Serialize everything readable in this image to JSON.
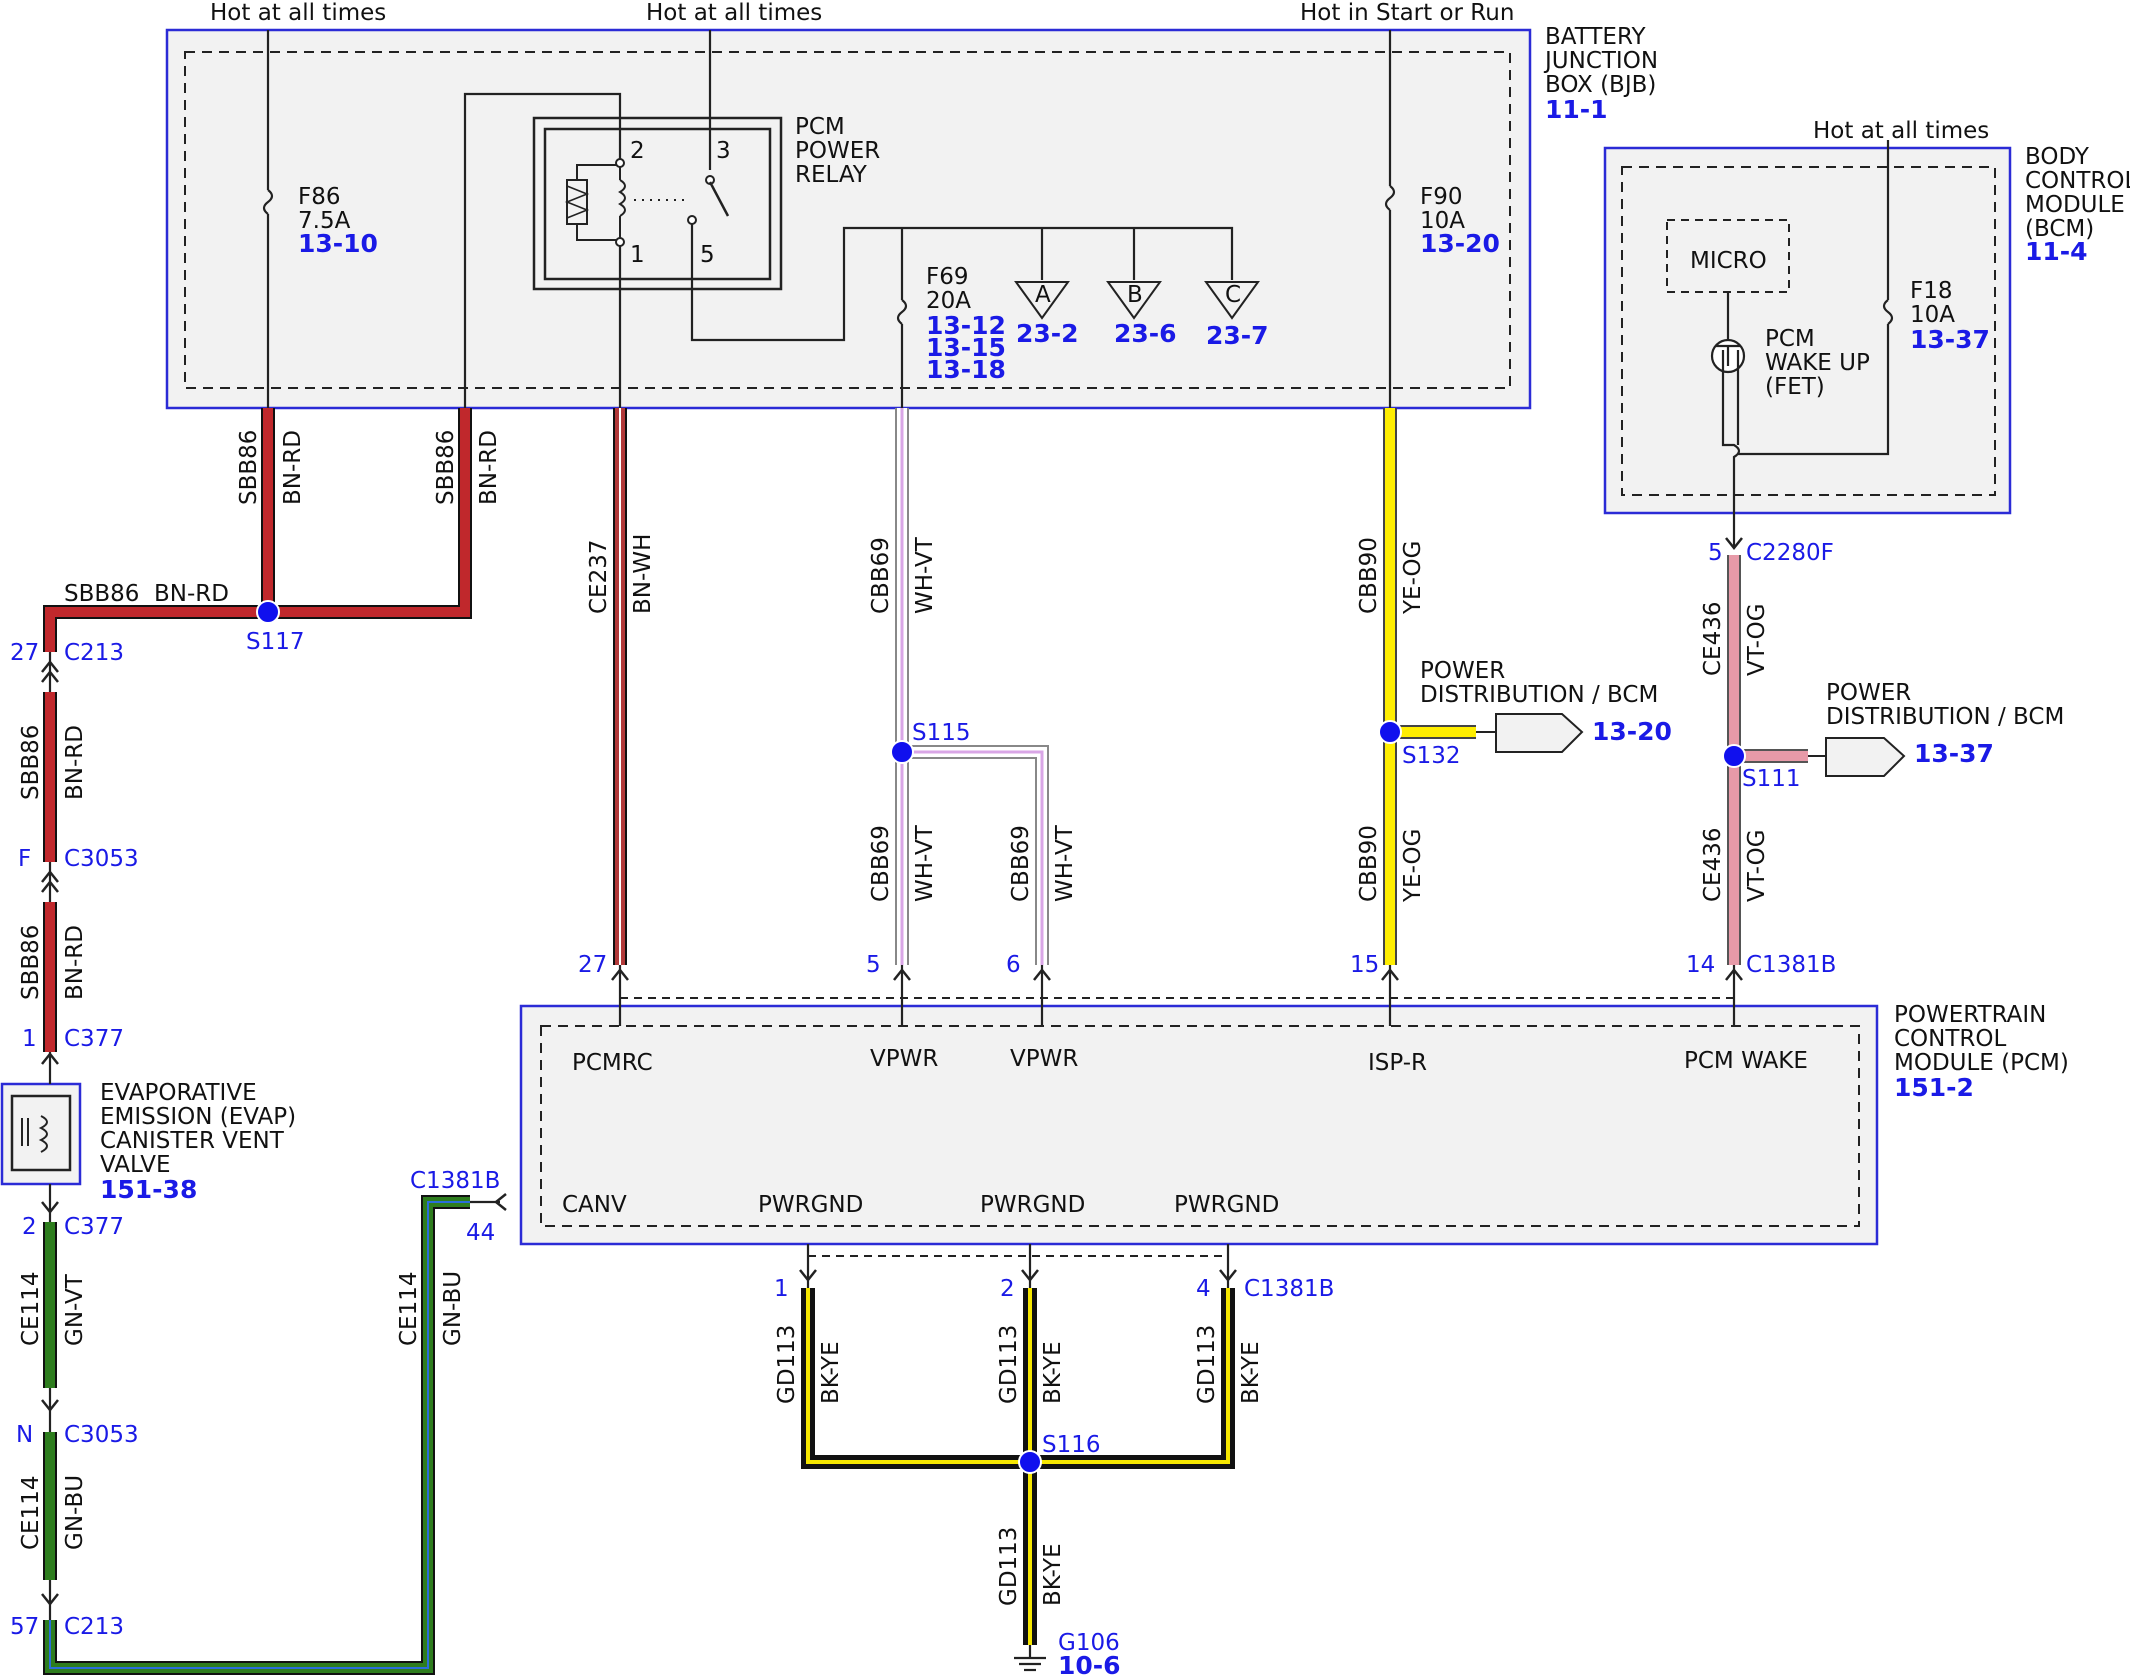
{
  "header_labels": {
    "hot1": "Hot at all times",
    "hot2": "Hot at all times",
    "hot3": "Hot in Start or Run",
    "hot4": "Hot at all times"
  },
  "bjb": {
    "title1": "BATTERY",
    "title2": "JUNCTION",
    "title3": "BOX (BJB)",
    "ref": "11-1",
    "f86_name": "F86",
    "f86_rating": "7.5A",
    "f86_ref": "13-10",
    "relay1": "PCM",
    "relay2": "POWER",
    "relay3": "RELAY",
    "pin1": "1",
    "pin2": "2",
    "pin3": "3",
    "pin5": "5",
    "f69_name": "F69",
    "f69_rating": "20A",
    "f69_ref1": "13-12",
    "f69_ref2": "13-15",
    "f69_ref3": "13-18",
    "bus_a": "A",
    "bus_b": "B",
    "bus_c": "C",
    "ref_a": "23-2",
    "ref_b": "23-6",
    "ref_c": "23-7",
    "f90_name": "F90",
    "f90_rating": "10A",
    "f90_ref": "13-20"
  },
  "bcm": {
    "title1": "BODY",
    "title2": "CONTROL",
    "title3": "MODULE",
    "title4": "(BCM)",
    "ref": "11-4",
    "micro": "MICRO",
    "fet1": "PCM",
    "fet2": "WAKE UP",
    "fet3": "(FET)",
    "f18_name": "F18",
    "f18_rating": "10A",
    "f18_ref": "13-37"
  },
  "wires": {
    "sbb86_a": "SBB86",
    "bnrd_a": "BN-RD",
    "sbb86_b": "SBB86",
    "bnrd_b": "BN-RD",
    "sbb86_h": "SBB86",
    "bnrd_h": "BN-RD",
    "sbb86_c": "SBB86",
    "bnrd_c": "BN-RD",
    "sbb86_d": "SBB86",
    "bnrd_d": "BN-RD",
    "ce237": "CE237",
    "bnwh": "BN-WH",
    "cbb69_a": "CBB69",
    "whvt_a": "WH-VT",
    "cbb69_b": "CBB69",
    "whvt_b": "WH-VT",
    "cbb69_c": "CBB69",
    "whvt_c": "WH-VT",
    "cbb90_a": "CBB90",
    "yeog_a": "YE-OG",
    "cbb90_b": "CBB90",
    "yeog_b": "YE-OG",
    "ce436_a": "CE436",
    "vtog_a": "VT-OG",
    "ce436_b": "CE436",
    "vtog_b": "VT-OG",
    "ce114_a": "CE114",
    "gnvt": "GN-VT",
    "ce114_b": "CE114",
    "gnbu_b": "GN-BU",
    "ce114_c": "CE114",
    "gnbu_c": "GN-BU",
    "gd113_a": "GD113",
    "bkye_a": "BK-YE",
    "gd113_b": "GD113",
    "bkye_b": "BK-YE",
    "gd113_c": "GD113",
    "bkye_c": "BK-YE",
    "gd113_d": "GD113",
    "bkye_d": "BK-YE"
  },
  "splices": {
    "s117": "S117",
    "s115": "S115",
    "s132": "S132",
    "s111": "S111",
    "s116": "S116"
  },
  "connectors": {
    "c213_27_pin": "27",
    "c213_27": "C213",
    "c3053_f_pin": "F",
    "c3053_f": "C3053",
    "c377_1_pin": "1",
    "c377_1": "C377",
    "c377_2_pin": "2",
    "c377_2": "C377",
    "c3053_n_pin": "N",
    "c3053_n": "C3053",
    "c213_57_pin": "57",
    "c213_57": "C213",
    "c2280f_pin": "5",
    "c2280f": "C2280F",
    "pcm_27": "27",
    "pcm_5": "5",
    "pcm_6": "6",
    "pcm_15": "15",
    "pcm_14": "14",
    "c1381b_top": "C1381B",
    "c1381b_left": "C1381B",
    "pcm_44": "44",
    "gnd_1": "1",
    "gnd_2": "2",
    "gnd_4": "4",
    "c1381b_bottom": "C1381B"
  },
  "power_dist": {
    "pd1_l1": "POWER",
    "pd1_l2": "DISTRIBUTION / BCM",
    "pd1_ref": "13-20",
    "pd2_l1": "POWER",
    "pd2_l2": "DISTRIBUTION / BCM",
    "pd2_ref": "13-37"
  },
  "evap": {
    "l1": "EVAPORATIVE",
    "l2": "EMISSION (EVAP)",
    "l3": "CANISTER VENT",
    "l4": "VALVE",
    "ref": "151-38"
  },
  "pcm": {
    "title1": "POWERTRAIN",
    "title2": "CONTROL",
    "title3": "MODULE (PCM)",
    "ref": "151-2",
    "pcmrc": "PCMRC",
    "vpwr1": "VPWR",
    "vpwr2": "VPWR",
    "ispr": "ISP-R",
    "pcmwake": "PCM WAKE",
    "canv": "CANV",
    "pwrgnd1": "PWRGND",
    "pwrgnd2": "PWRGND",
    "pwrgnd3": "PWRGND"
  },
  "ground": {
    "name": "G106",
    "ref": "10-6"
  },
  "wire_colors": {
    "bn_rd": "#c0282c",
    "bn_wh": "#b23a3a",
    "wh_vt": "#e6c8ef",
    "ye_og": "#ffee00",
    "vt_og": "#e79aa8",
    "gn_vt": "#2e7d1e",
    "gn_bu": "#2e7d1e",
    "bk_ye": "#111111",
    "stripe_ye": "#f5e600",
    "stripe_bu": "#2a6edb"
  }
}
